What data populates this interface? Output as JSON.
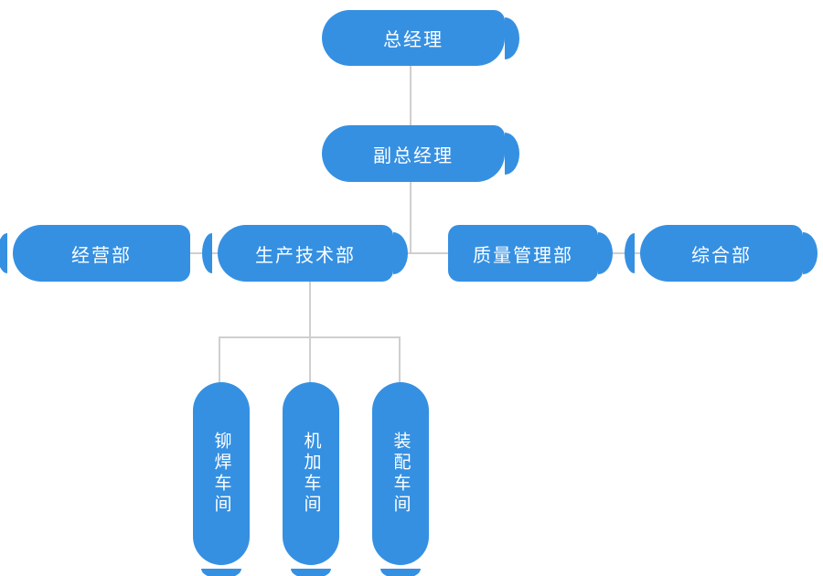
{
  "diagram": {
    "type": "org-chart",
    "colors": {
      "node_fill": "#3590E2",
      "node_text": "#FFFFFF",
      "connector": "#CFCFCF"
    },
    "root": {
      "label": "总经理"
    },
    "deputy": {
      "label": "副总经理"
    },
    "departments": [
      {
        "label": "经营部"
      },
      {
        "label": "生产技术部"
      },
      {
        "label": "质量管理部"
      },
      {
        "label": "综合部"
      }
    ],
    "workshops": [
      {
        "label": "铆焊车间"
      },
      {
        "label": "机加车间"
      },
      {
        "label": "装配车间"
      }
    ],
    "edges": [
      [
        "总经理",
        "副总经理"
      ],
      [
        "副总经理",
        "经营部"
      ],
      [
        "副总经理",
        "生产技术部"
      ],
      [
        "副总经理",
        "质量管理部"
      ],
      [
        "副总经理",
        "综合部"
      ],
      [
        "生产技术部",
        "铆焊车间"
      ],
      [
        "生产技术部",
        "机加车间"
      ],
      [
        "生产技术部",
        "装配车间"
      ]
    ]
  }
}
